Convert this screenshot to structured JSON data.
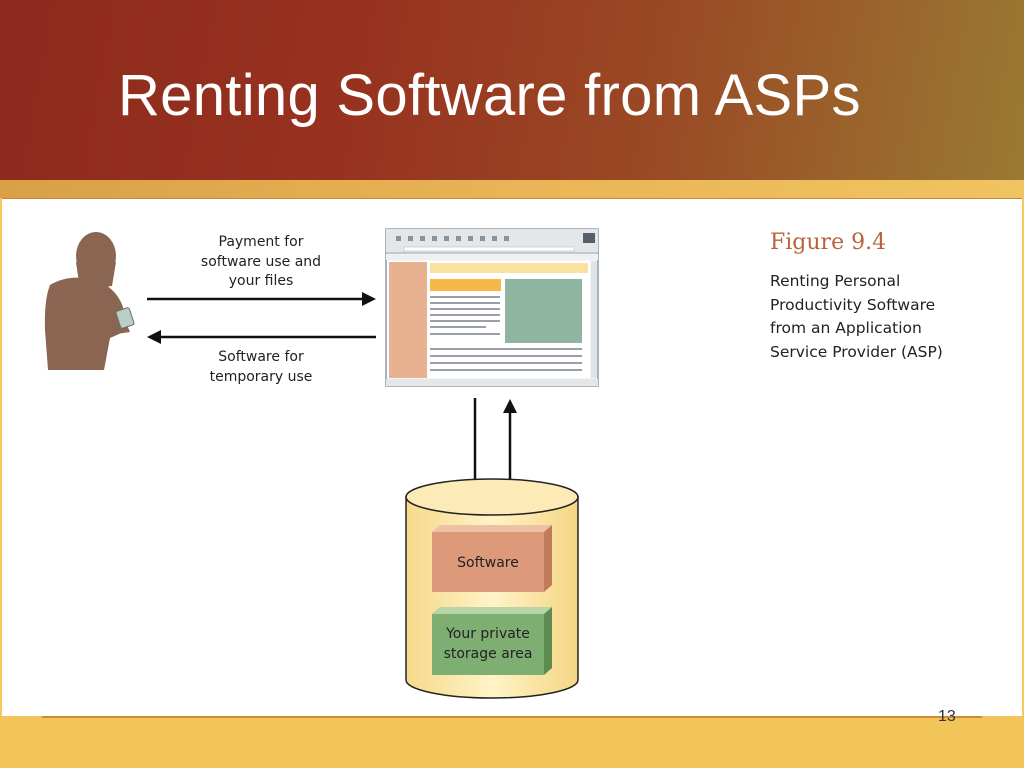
{
  "slide": {
    "title": "Renting Software from ASPs",
    "page_number": "13"
  },
  "figure": {
    "caption_title": "Figure 9.4",
    "caption_text": "Renting Personal Productivity Software from an Application Service Provider (ASP)",
    "label_payment": "Payment for software use and your files",
    "label_software_temp": "Software for temporary use",
    "box_software": "Software",
    "box_storage": "Your private storage area"
  },
  "colors": {
    "header": "#8e2a1e",
    "accent_gold": "#f3c95d",
    "caption_title": "#b7643a",
    "software_box": "#dd9a7a",
    "storage_box": "#7fae72",
    "cylinder": "#fbe8a8"
  }
}
